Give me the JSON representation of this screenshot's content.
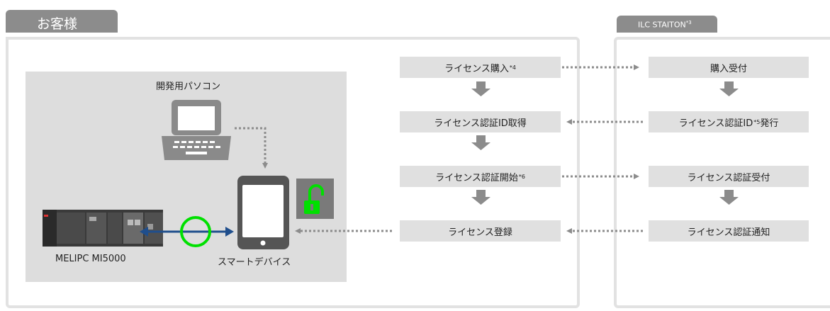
{
  "tabs": {
    "customer": "お客様",
    "station": "ILC STAITON",
    "station_note": "*3"
  },
  "customer_panel": {
    "pc_label": "開発用パソコン",
    "plc_label": "MELIPC MI5000",
    "device_label": "スマートデバイス"
  },
  "flow_left": [
    {
      "text": "ライセンス購入",
      "note": "*4"
    },
    {
      "text": "ライセンス認証ID取得",
      "note": ""
    },
    {
      "text": "ライセンス認証開始",
      "note": "*6"
    },
    {
      "text": "ライセンス登録",
      "note": ""
    }
  ],
  "flow_right": [
    {
      "text": "購入受付",
      "note": "",
      "suffix": ""
    },
    {
      "text": "ライセンス認証ID",
      "note": "*5",
      "suffix": " 発行"
    },
    {
      "text": "ライセンス認証受付",
      "note": "",
      "suffix": ""
    },
    {
      "text": "ライセンス認証通知",
      "note": "",
      "suffix": ""
    }
  ],
  "colors": {
    "tab": "#8c8c8c",
    "box": "#e0e0e0",
    "arrow_gray": "#8c8c8c",
    "link_blue": "#1f4e8c",
    "highlight_green": "#00e000"
  },
  "icons": {
    "pc": "laptop-icon",
    "device": "tablet-icon",
    "lock": "unlock-icon",
    "plc": "plc-hardware-icon"
  }
}
